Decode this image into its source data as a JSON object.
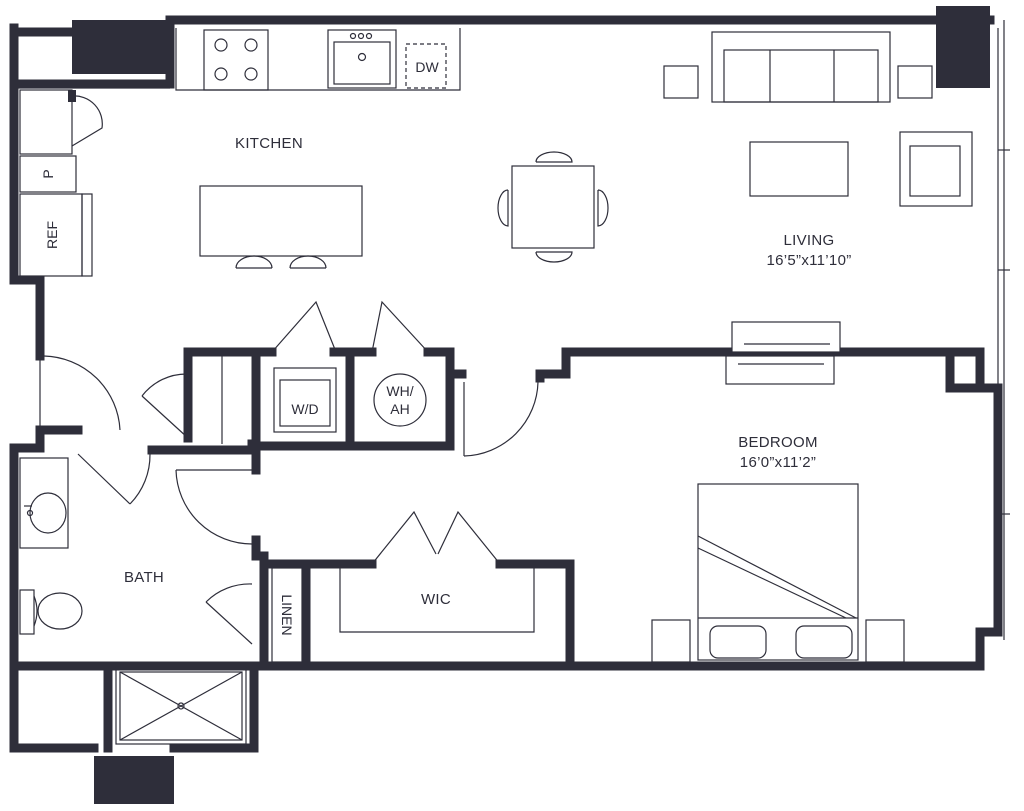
{
  "rooms": {
    "kitchen": "KITCHEN",
    "living": "LIVING",
    "living_dims": "16’5”x11’10”",
    "bedroom": "BEDROOM",
    "bedroom_dims": "16’0”x11’2”",
    "bath": "BATH",
    "wic": "WIC",
    "linen": "LINEN"
  },
  "fixtures": {
    "dishwasher": "DW",
    "pantry": "P",
    "refrigerator": "REF",
    "washer_dryer": "W/D",
    "water_heater_line1": "WH/",
    "water_heater_line2": "AH"
  },
  "colors": {
    "wall": "#2e2e3a",
    "background": "#ffffff"
  }
}
